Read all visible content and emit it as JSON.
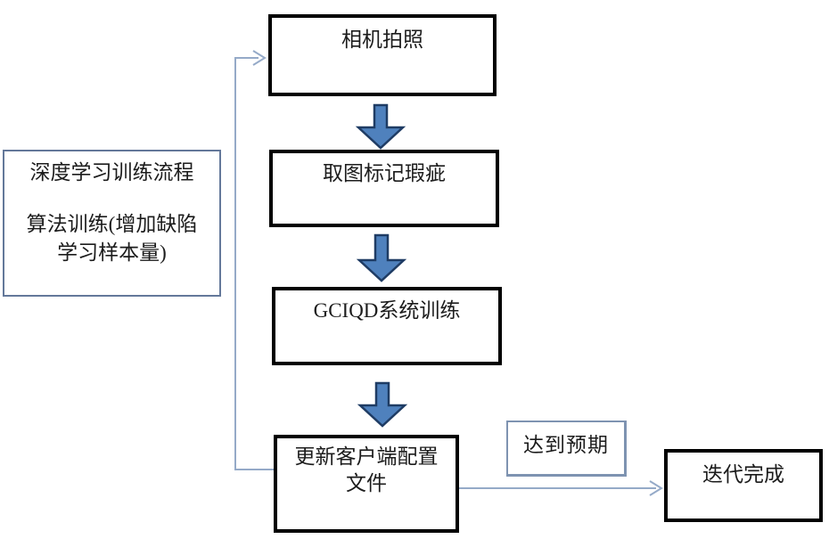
{
  "colors": {
    "background": "#ffffff",
    "process_border": "#000000",
    "side_border": "#64789a",
    "condition_border": "#7e93b1",
    "arrow_fill": "#4f81bd",
    "arrow_stroke": "#1f3c64",
    "connector": "#95aac8",
    "text": "#1c1c1c"
  },
  "flow": {
    "step1": "相机拍照",
    "step2": "取图标记瑕疵",
    "step3": "GCIQD系统训练",
    "step4_line1": "更新客户端配置",
    "step4_line2": "文件",
    "condition_label": "达到预期",
    "result": "迭代完成"
  },
  "side_panel": {
    "title": "深度学习训练流程",
    "note_line1": "算法训练(增加缺陷",
    "note_line2": "学习样本量)"
  }
}
